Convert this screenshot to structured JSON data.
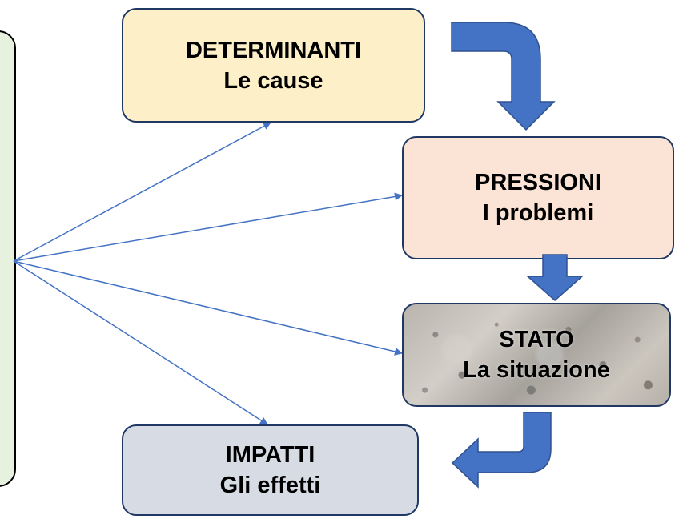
{
  "nodes": {
    "determinanti": {
      "title": "DETERMINANTI",
      "subtitle": "Le cause"
    },
    "pressioni": {
      "title": "PRESSIONI",
      "subtitle": "I problemi"
    },
    "stato": {
      "title": "STATO",
      "subtitle": "La situazione"
    },
    "impatti": {
      "title": "IMPATTI",
      "subtitle": "Gli effetti"
    }
  },
  "colors": {
    "flow_arrow": "#4472c4",
    "connector_line": "#4472c4",
    "box_border": "#203864",
    "left_panel_fill": "#e6f2de",
    "determinanti_fill": "#fdf0c8",
    "pressioni_fill": "#fbe3d5",
    "impatti_fill": "#d7dce4"
  }
}
